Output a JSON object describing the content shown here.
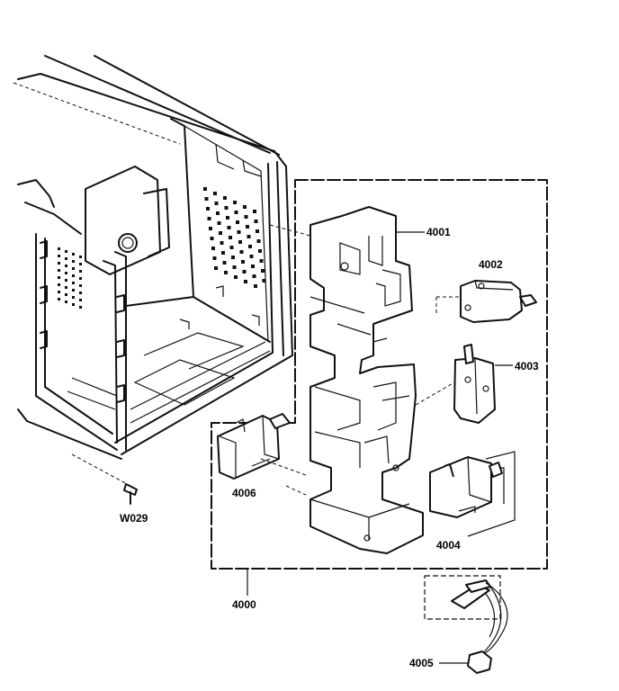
{
  "labels": {
    "p4001": "4001",
    "p4002": "4002",
    "p4003": "4003",
    "p4004": "4004",
    "p4005": "4005",
    "p4006": "4006",
    "p4000": "4000",
    "w029": "W029"
  }
}
